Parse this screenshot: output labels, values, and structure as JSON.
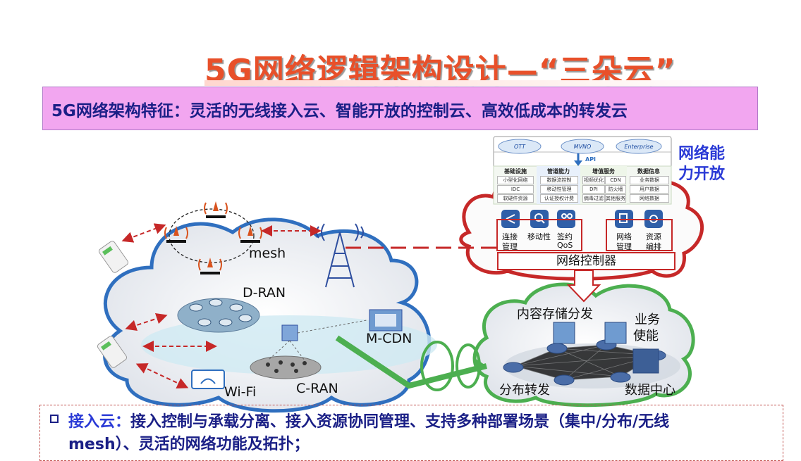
{
  "title": "5G网络逻辑架构设计—“三朵云”",
  "banner": "5G网络架构特征：灵活的无线接入云、智能开放的控制云、高效低成本的转发云",
  "access_cloud": {
    "mesh": "mesh",
    "dran": "D-RAN",
    "mcdn": "M-CDN",
    "wifi": "Wi-Fi",
    "cran": "C-RAN"
  },
  "control_cloud": {
    "open_label_1": "网络能",
    "open_label_2": "力开放",
    "tenants": [
      "OTT",
      "MVNO",
      "Enterprise"
    ],
    "api": "API",
    "groups": [
      {
        "head": "基础设施",
        "items": [
          "小型化网络",
          "IDC",
          "软硬件资源"
        ]
      },
      {
        "head": "管道能力",
        "items": [
          "数据流控制",
          "移动性管理",
          "认证授权计费"
        ]
      },
      {
        "head": "增值服务",
        "items": [
          "视频优化",
          "CDN",
          "DPI",
          "防火墙",
          "病毒过滤",
          "其他服务"
        ]
      },
      {
        "head": "数据信息",
        "items": [
          "业务数据",
          "用户数据",
          "网络数据"
        ]
      }
    ],
    "funcs": [
      {
        "icon": "share-icon",
        "label": "连接"
      },
      {
        "icon": "search-icon",
        "label": "移动性"
      },
      {
        "icon": "users-icon",
        "label": "签约"
      },
      {
        "icon": "copy-icon",
        "label": "网络"
      },
      {
        "icon": "gear-icon",
        "label": "资源"
      }
    ],
    "sublabels": [
      "管理",
      "QoS",
      "管理",
      "编排"
    ],
    "controller": "网络控制器"
  },
  "forward_cloud": {
    "storage": "内容存储分发",
    "service_1": "业务",
    "service_2": "使能",
    "distribute": "分布转发",
    "datacenter": "数据中心"
  },
  "bottom": {
    "heading": "接入云：",
    "line1": "接入控制与承载分离、接入资源协同管理、支持多种部署场景（集中/分布/无线",
    "line2": "mesh）、灵活的网络功能及拓扑；"
  },
  "colors": {
    "title": "#e8502a",
    "banner_bg": "#f2a6f0",
    "access_cloud": "#2f6fbf",
    "control_cloud": "#c62828",
    "forward_cloud": "#4caf50",
    "text_blue": "#1a1f86"
  }
}
